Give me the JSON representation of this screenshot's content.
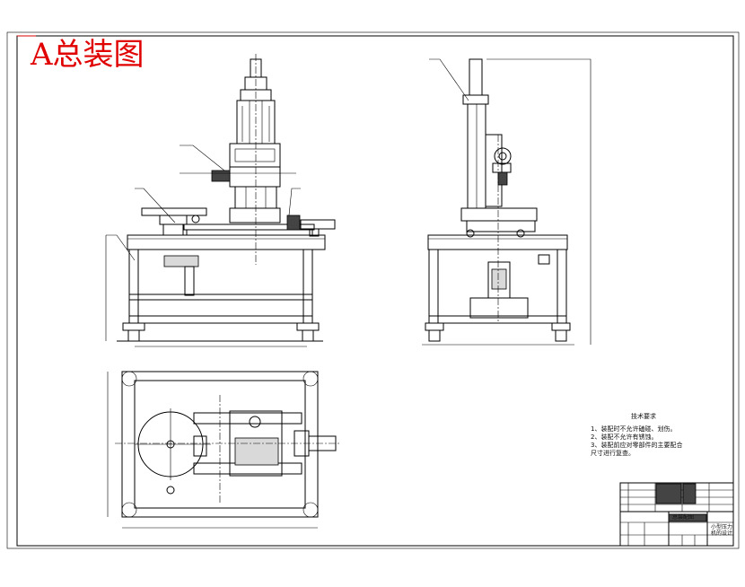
{
  "drawing": {
    "title": "A总装图"
  },
  "notes": {
    "heading": "技术要求",
    "lines": [
      "1、装配时不允许磕碰、划伤。",
      "2、装配不允许有锈蚀。",
      "3、装配前应对零部件的主要配合",
      "尺寸进行复查。"
    ]
  },
  "title_block": {
    "main_name": "总装配图",
    "org_line1": "小型压力",
    "org_line2": "机的设计"
  },
  "colors": {
    "line": "#000000",
    "title": "#e00000",
    "frame_accent": "#d40000"
  }
}
